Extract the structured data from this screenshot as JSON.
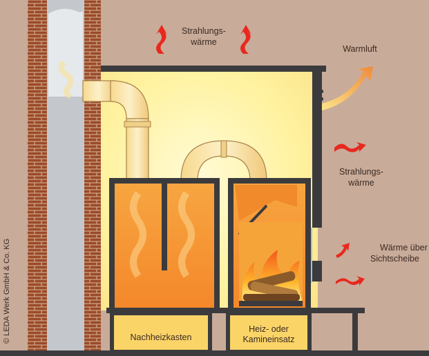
{
  "labels": {
    "radiation_top_line1": "Strahlungs-",
    "radiation_top_line2": "wärme",
    "warm_air": "Warmluft",
    "radiation_right_line1": "Strahlungs-",
    "radiation_right_line2": "wärme",
    "glass_heat_line1": "Wärme über",
    "glass_heat_line2": "Sichtscheibe",
    "storage_box": "Nachheizkasten",
    "insert_line1": "Heiz- oder",
    "insert_line2": "Kamineinsatz",
    "copyright": "© LEDA Werk GmbH & Co. KG"
  },
  "colors": {
    "background": "#c9ab99",
    "brick": "#9b4a28",
    "mortar": "#d8b9a0",
    "chimney_flue": "#c4c8cc",
    "warm_glow": "#fff3a6",
    "frame": "#3b3b3d",
    "fire_orange": "#f57c1f",
    "heat_arrow_red": "#e8281e",
    "pipe": "#f3d79a",
    "warm_air_arrow": "#f29a3a"
  }
}
